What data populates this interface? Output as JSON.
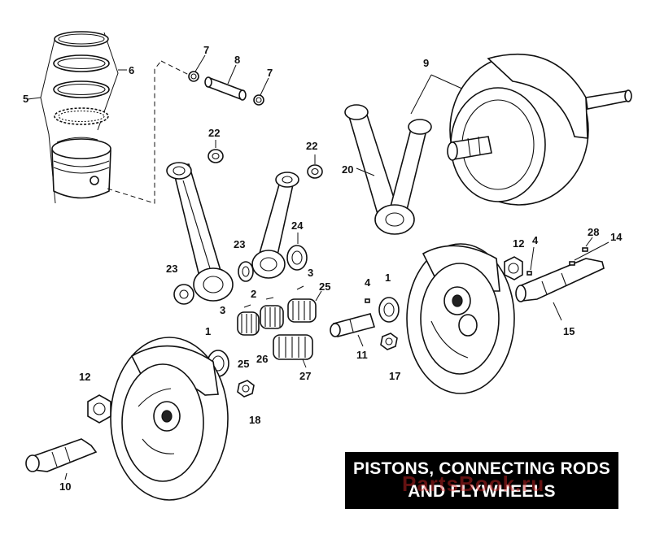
{
  "title": {
    "line1": "PISTONS, CONNECTING RODS",
    "line2": "AND FLYWHEELS"
  },
  "watermark": "PartsBook.ru",
  "callouts": [
    {
      "id": "c1a",
      "text": "1"
    },
    {
      "id": "c1b",
      "text": "1"
    },
    {
      "id": "c2",
      "text": "2"
    },
    {
      "id": "c3a",
      "text": "3"
    },
    {
      "id": "c3b",
      "text": "3"
    },
    {
      "id": "c4a",
      "text": "4"
    },
    {
      "id": "c4b",
      "text": "4"
    },
    {
      "id": "c5",
      "text": "5"
    },
    {
      "id": "c6",
      "text": "6"
    },
    {
      "id": "c7a",
      "text": "7"
    },
    {
      "id": "c7b",
      "text": "7"
    },
    {
      "id": "c8",
      "text": "8"
    },
    {
      "id": "c9",
      "text": "9"
    },
    {
      "id": "c10",
      "text": "10"
    },
    {
      "id": "c11",
      "text": "11"
    },
    {
      "id": "c12a",
      "text": "12"
    },
    {
      "id": "c12b",
      "text": "12"
    },
    {
      "id": "c14",
      "text": "14"
    },
    {
      "id": "c15",
      "text": "15"
    },
    {
      "id": "c17",
      "text": "17"
    },
    {
      "id": "c18",
      "text": "18"
    },
    {
      "id": "c20",
      "text": "20"
    },
    {
      "id": "c22a",
      "text": "22"
    },
    {
      "id": "c22b",
      "text": "22"
    },
    {
      "id": "c23a",
      "text": "23"
    },
    {
      "id": "c23b",
      "text": "23"
    },
    {
      "id": "c24",
      "text": "24"
    },
    {
      "id": "c25a",
      "text": "25"
    },
    {
      "id": "c25b",
      "text": "25"
    },
    {
      "id": "c26",
      "text": "26"
    },
    {
      "id": "c27",
      "text": "27"
    },
    {
      "id": "c28",
      "text": "28"
    }
  ]
}
